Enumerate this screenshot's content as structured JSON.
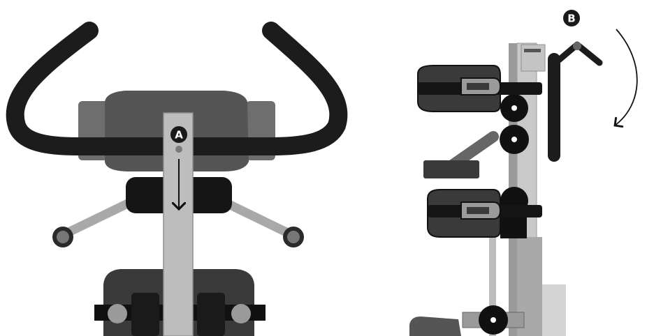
{
  "labels": {
    "step_a": "A",
    "step_b": "B"
  },
  "colors": {
    "handlebar": "#1c1c1c",
    "console": "#555555",
    "console_side": "#6e6e6e",
    "post": "#bdbdbd",
    "post_edge": "#8f8f8f",
    "arm": "#a9a9a9",
    "pad": "#151515",
    "base": "#3a3a3a",
    "wheel": "#111111",
    "badge": "#1a1a1a",
    "badge_text": "#ffffff"
  },
  "arrows": {
    "step_a": "straight-down",
    "step_b": "curved-clockwise"
  }
}
